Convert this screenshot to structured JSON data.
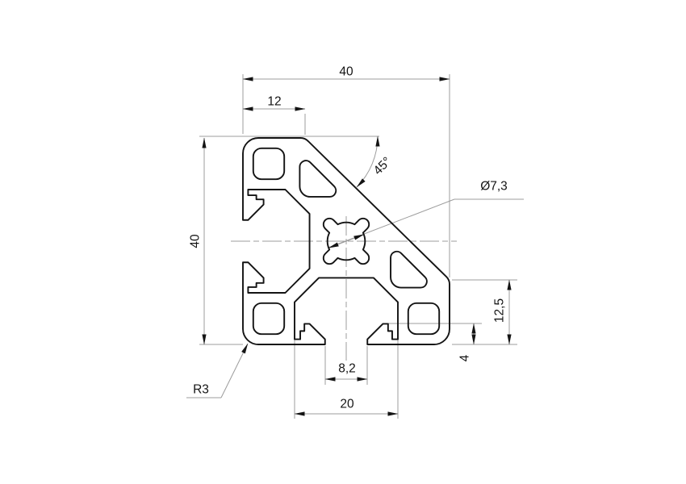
{
  "drawing": {
    "background": "#ffffff",
    "colors": {
      "profile_line": "#141414",
      "dimension_line": "#9c9c9c",
      "text": "#141414"
    },
    "labels": {
      "top_width": "40",
      "top_offset": "12",
      "chamfer_angle": "45°",
      "center_bore": "Ø7,3",
      "side_height": "40",
      "right_face_height": "12,5",
      "slot_undercut_depth": "4",
      "slot_opening_width": "8,2",
      "slot_chamber_width": "20",
      "corner_radius": "R3"
    }
  }
}
